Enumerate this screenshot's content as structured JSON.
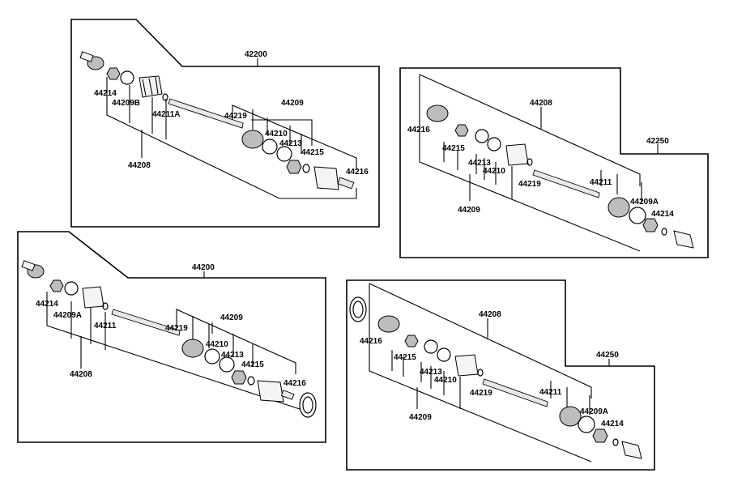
{
  "diagrams": [
    {
      "assembly_label": "42200",
      "labels": {
        "a": "44214",
        "b": "44209B",
        "c": "44211A",
        "d": "44208",
        "e": "44219",
        "f": "44209",
        "g": "44210",
        "h": "44213",
        "i": "44215",
        "j": "44216"
      }
    },
    {
      "assembly_label": "42250",
      "labels": {
        "a": "44208",
        "b": "44216",
        "c": "44215",
        "d": "44213",
        "e": "44210",
        "f": "44219",
        "g": "44209",
        "h": "44211",
        "i": "44209A",
        "j": "44214"
      }
    },
    {
      "assembly_label": "44200",
      "labels": {
        "a": "44214",
        "b": "44209A",
        "c": "44211",
        "d": "44208",
        "e": "44219",
        "f": "44209",
        "g": "44210",
        "h": "44213",
        "i": "44215",
        "j": "44216"
      }
    },
    {
      "assembly_label": "44250",
      "labels": {
        "a": "44208",
        "b": "44216",
        "c": "44215",
        "d": "44213",
        "e": "44210",
        "f": "44219",
        "g": "44209",
        "h": "44211",
        "i": "44209A",
        "j": "44214"
      }
    }
  ]
}
